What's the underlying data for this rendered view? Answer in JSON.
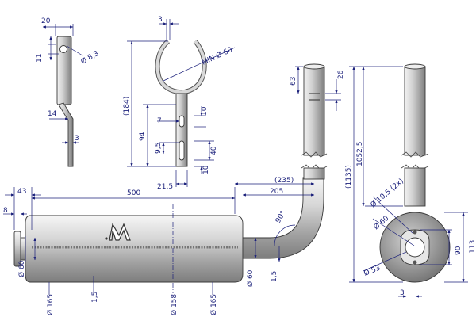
{
  "colors": {
    "dimension": "#1a1f7a",
    "metal_light": "#e8e8e8",
    "metal_dark": "#8a8a8a",
    "background": "#ffffff"
  },
  "bracket_side": {
    "width": "20",
    "offset": "11",
    "hole": "Ø 8,3",
    "bend": "14",
    "thickness": "3"
  },
  "clamp_bracket": {
    "thickness": "3",
    "clamp": "MIN Ø 60",
    "total_height": "(184)",
    "slot_height": "94",
    "slot_width": "7",
    "slot_pitch": "10",
    "slot_length": "40",
    "slot_offset": "9,5",
    "bottom_gap": "10",
    "plate_width": "21,5"
  },
  "muffler": {
    "stub": "43",
    "flange": "8",
    "body_length": "500",
    "pipe_reach": "(235)",
    "pipe_reach_inner": "205",
    "bend_angle": "90°",
    "inlet_dia": "Ø 60",
    "flange_dia": "Ø 165",
    "drain": "1,5",
    "body_dia": "Ø 158",
    "body_dia_right": "Ø 165",
    "outlet_dia": "Ø 60",
    "outlet_wall": "1,5"
  },
  "pipe_top": {
    "slot_offset": "63",
    "slot_width": "26"
  },
  "end_view": {
    "height_upper": "1052,5",
    "height_total": "(1135)",
    "holes": "Ø 10,5 (2x)",
    "pipe_dia": "Ø 60",
    "outer_dia": "Ø 53",
    "hole_spacing": "90",
    "flange_height": "113",
    "thickness": "3"
  }
}
